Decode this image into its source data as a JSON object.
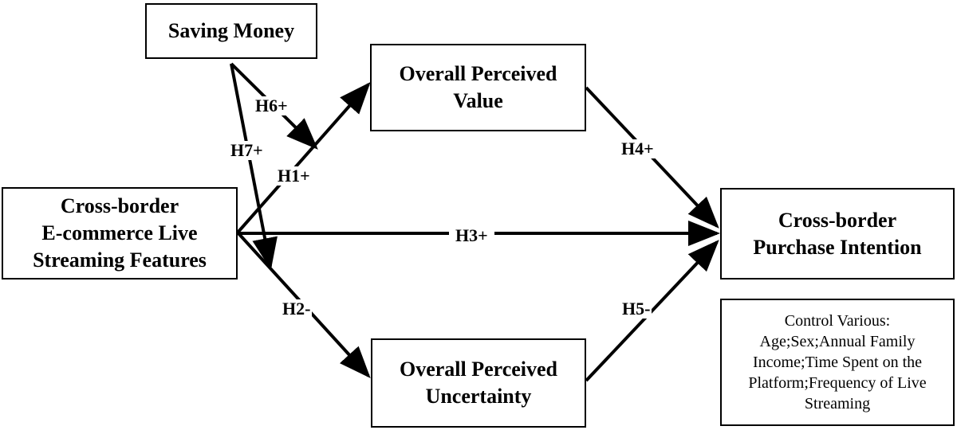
{
  "nodes": {
    "saving_money": [
      "Saving Money"
    ],
    "perceived_value": [
      "Overall Perceived",
      "Value"
    ],
    "live_streaming_features": [
      "Cross-border",
      "E-commerce Live",
      "Streaming Features"
    ],
    "perceived_uncertainty": [
      "Overall Perceived",
      "Uncertainty"
    ],
    "purchase_intention": [
      "Cross-border",
      "Purchase Intention"
    ],
    "controls": [
      "Control Various:",
      "Age;Sex;Annual Family",
      "Income;Time Spent on the",
      "Platform;Frequency of Live",
      "Streaming"
    ]
  },
  "paths": {
    "h1": "H1+",
    "h2": "H2-",
    "h3": "H3+",
    "h4": "H4+",
    "h5": "H5-",
    "h6": "H6+",
    "h7": "H7+"
  },
  "colors": {
    "stroke": "#000000",
    "background": "#ffffff"
  }
}
